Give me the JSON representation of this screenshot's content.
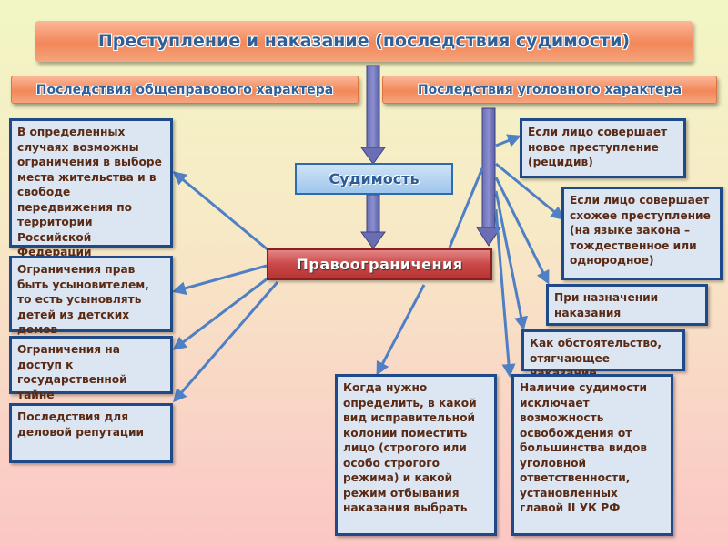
{
  "title": "Преступление и наказание (последствия судимости)",
  "left_header": "Последствия общеправового характера",
  "right_header": "Последствия уголовного характера",
  "center": {
    "sudimost": "Судимость",
    "pravoogranicheniya": "Правоограничения"
  },
  "left_boxes": [
    "В определенных случаях возможны ограничения в выборе места жительства и в свободе передвижения по территории Российской Федерации",
    "Ограничения прав быть усыновителем, то есть усыновлять детей из детских домов",
    "Ограничения на доступ к государственной тайне",
    "Последствия для деловой репутации"
  ],
  "right_boxes": [
    "Если лицо совершает новое преступление (рецидив)",
    "Если лицо совершает схожее преступление (на языке закона – тождественное или однородное)",
    "При назначении наказания",
    "Как обстоятельство, отягчающее наказание"
  ],
  "bottom_boxes": [
    "Когда нужно определить, в какой вид исправительной колонии поместить лицо (строгого или особо строгого режима) и какой режим отбывания наказания выбрать",
    "Наличие судимости исключает возможность освобождения от большинства видов уголовной ответственности, установленных главой II УК РФ"
  ],
  "colors": {
    "arrow": "#4f7fc4",
    "box_border": "#1f4a8a",
    "box_fill": "#dbe6f2",
    "box_text": "#5a2a14",
    "header_fill": "#f2875a",
    "header_text": "#2f5f96",
    "pravo_fill": "#c94848"
  }
}
